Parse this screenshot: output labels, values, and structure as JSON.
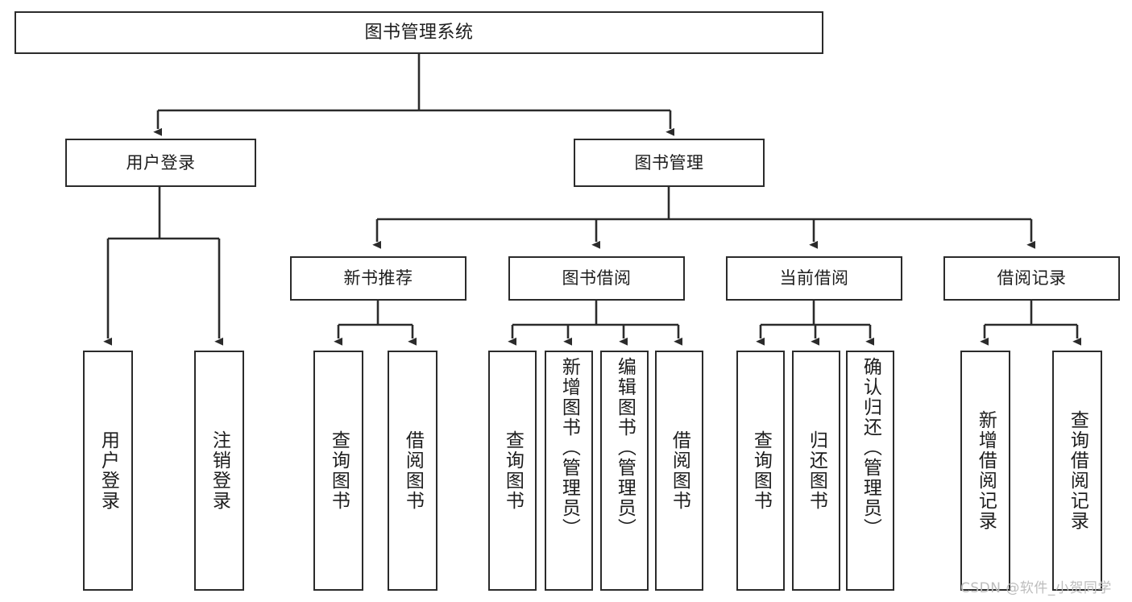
{
  "diagram": {
    "title": "图书管理系统",
    "watermark": "CSDN @软件_小贺同学",
    "line_color": "#2b2b2b",
    "box_fill": "#ffffff",
    "text_color": "#1d1d1d",
    "watermark_color": "#bdbdbd"
  },
  "nodes": {
    "root": {
      "label": "图书管理系统"
    },
    "l2": [
      {
        "label": "用户登录"
      },
      {
        "label": "图书管理"
      }
    ],
    "l3": [
      {
        "label": "新书推荐"
      },
      {
        "label": "图书借阅"
      },
      {
        "label": "当前借阅"
      },
      {
        "label": "借阅记录"
      }
    ],
    "leaves_user_login": [
      {
        "label": "用户登录"
      },
      {
        "label": "注销登录"
      }
    ],
    "leaves_new_book": [
      {
        "label": "查询图书"
      },
      {
        "label": "借阅图书"
      }
    ],
    "leaves_borrow": [
      {
        "label": "查询图书"
      },
      {
        "label": "新增图书（管理员）"
      },
      {
        "label": "编辑图书（管理员）"
      },
      {
        "label": "借阅图书"
      }
    ],
    "leaves_current": [
      {
        "label": "查询图书"
      },
      {
        "label": "归还图书"
      },
      {
        "label": "确认归还（管理员）"
      }
    ],
    "leaves_records": [
      {
        "label": "新增借阅记录"
      },
      {
        "label": "查询借阅记录"
      }
    ]
  },
  "chart_data": {
    "type": "tree",
    "title": "图书管理系统",
    "hierarchy": [
      {
        "label": "图书管理系统",
        "children": [
          {
            "label": "用户登录",
            "children": [
              {
                "label": "用户登录"
              },
              {
                "label": "注销登录"
              }
            ]
          },
          {
            "label": "图书管理",
            "children": [
              {
                "label": "新书推荐",
                "children": [
                  {
                    "label": "查询图书"
                  },
                  {
                    "label": "借阅图书"
                  }
                ]
              },
              {
                "label": "图书借阅",
                "children": [
                  {
                    "label": "查询图书"
                  },
                  {
                    "label": "新增图书（管理员）"
                  },
                  {
                    "label": "编辑图书（管理员）"
                  },
                  {
                    "label": "借阅图书"
                  }
                ]
              },
              {
                "label": "当前借阅",
                "children": [
                  {
                    "label": "查询图书"
                  },
                  {
                    "label": "归还图书"
                  },
                  {
                    "label": "确认归还（管理员）"
                  }
                ]
              },
              {
                "label": "借阅记录",
                "children": [
                  {
                    "label": "新增借阅记录"
                  },
                  {
                    "label": "查询借阅记录"
                  }
                ]
              }
            ]
          }
        ]
      }
    ]
  }
}
